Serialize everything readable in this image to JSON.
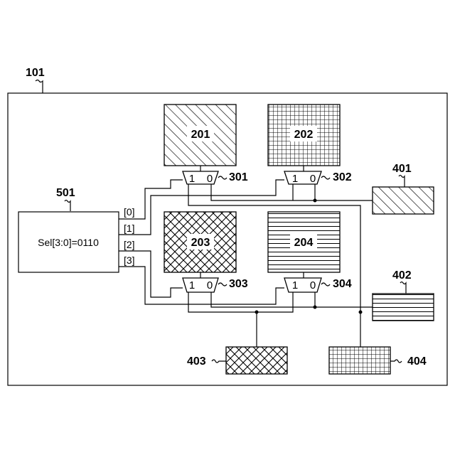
{
  "system": {
    "label": "101"
  },
  "controller": {
    "label": "501",
    "text": "Sel[3:0]=0110"
  },
  "select_bits": [
    "[0]",
    "[1]",
    "[2]",
    "[3]"
  ],
  "layers": {
    "l201": "201",
    "l202": "202",
    "l203": "203",
    "l204": "204"
  },
  "muxes": {
    "m301": {
      "label": "301",
      "in1": "1",
      "in0": "0"
    },
    "m302": {
      "label": "302",
      "in1": "1",
      "in0": "0"
    },
    "m303": {
      "label": "303",
      "in1": "1",
      "in0": "0"
    },
    "m304": {
      "label": "304",
      "in1": "1",
      "in0": "0"
    }
  },
  "outputs": {
    "o401": "401",
    "o402": "402",
    "o403": "403",
    "o404": "404"
  }
}
